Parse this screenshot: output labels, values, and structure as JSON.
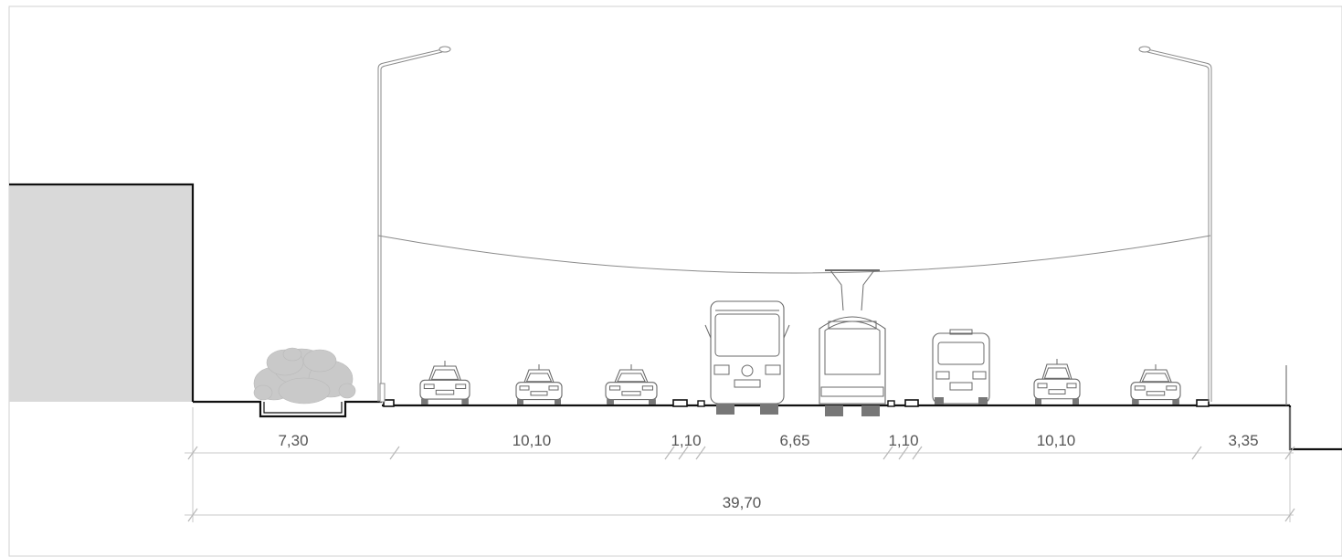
{
  "section": {
    "segments": [
      {
        "id": "sidewalk-left",
        "label": "7,30"
      },
      {
        "id": "carriageway-left",
        "label": "10,10"
      },
      {
        "id": "separator-left",
        "label": "1,10"
      },
      {
        "id": "tram-bus-lane",
        "label": "6,65"
      },
      {
        "id": "separator-right",
        "label": "1,10"
      },
      {
        "id": "carriageway-right",
        "label": "10,10"
      },
      {
        "id": "sidewalk-right",
        "label": "3,35"
      }
    ],
    "total_label": "39,70"
  },
  "elements": {
    "building": "building",
    "tree": "shrub",
    "streetlights": [
      "streetlight-left",
      "streetlight-right"
    ],
    "vehicles": [
      "car",
      "car",
      "car",
      "bus",
      "tram",
      "van",
      "car",
      "car"
    ]
  },
  "colors": {
    "building_fill": "#d9d9d9",
    "ground_line": "#111111",
    "dimension_line": "#c8c8c8",
    "text": "#555555",
    "tree_fill": "#c9c9c9"
  }
}
